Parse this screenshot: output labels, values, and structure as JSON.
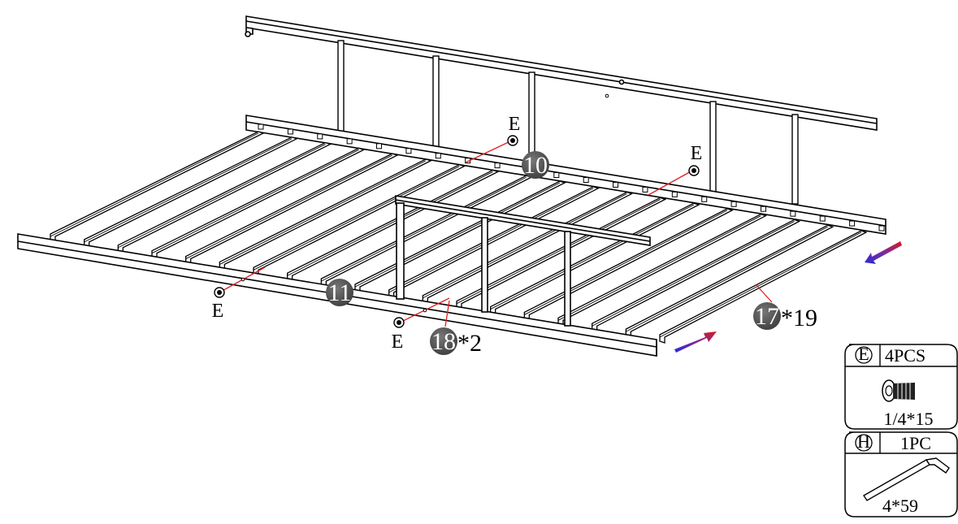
{
  "diagram": {
    "hardware_label": "E",
    "parts": {
      "p10": {
        "number": "10"
      },
      "p11": {
        "number": "11"
      },
      "p17": {
        "number": "17",
        "qty": "*19"
      },
      "p18": {
        "number": "18",
        "qty": "*2"
      }
    },
    "callouts": {
      "e1": "E",
      "e2": "E",
      "e3": "E",
      "e4": "E"
    }
  },
  "hardware_panel": {
    "screw": {
      "letter": "E",
      "count": "4PCS",
      "size": "1/4*15"
    },
    "key": {
      "letter": "H",
      "count": "1PC",
      "size": "4*59"
    }
  },
  "colors": {
    "line": "#000000",
    "leader": "#e02020",
    "badge": "#555555",
    "arrow_start": "#2a2ad8",
    "arrow_end": "#d81a1a"
  }
}
